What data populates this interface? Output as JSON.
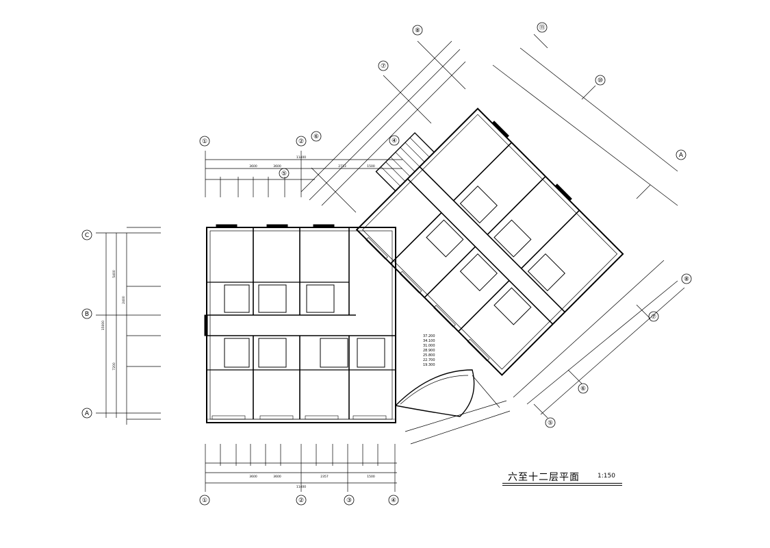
{
  "drawing": {
    "title": "六至十二层平面",
    "scale": "1:150"
  },
  "grid_bubbles": {
    "bottom": [
      "①",
      "②",
      "③",
      "④"
    ],
    "top": [
      "①",
      "②"
    ],
    "left": [
      "C",
      "B",
      "A"
    ],
    "diagonal_upper_left": [
      "⑧",
      "⑦",
      "⑥",
      "⑤",
      "④"
    ],
    "diagonal_upper_right": [
      "⑪",
      "⑩",
      "A"
    ],
    "diagonal_lower_right": [
      "⑧",
      "⑦",
      "⑥",
      "⑤"
    ]
  },
  "elevations": [
    "37.200",
    "34.100",
    "31.000",
    "28.900",
    "25.800",
    "22.700",
    "19.300"
  ],
  "dims": {
    "top_total": "11400",
    "bottom_total": "11400",
    "left_total": "15000",
    "bottom_segments": [
      "3600",
      "3600",
      "2357",
      "1500"
    ],
    "top_segments": [
      "3600",
      "3600",
      "2713",
      "1500"
    ],
    "left_segments": [
      "5400",
      "2400",
      "7200"
    ]
  }
}
